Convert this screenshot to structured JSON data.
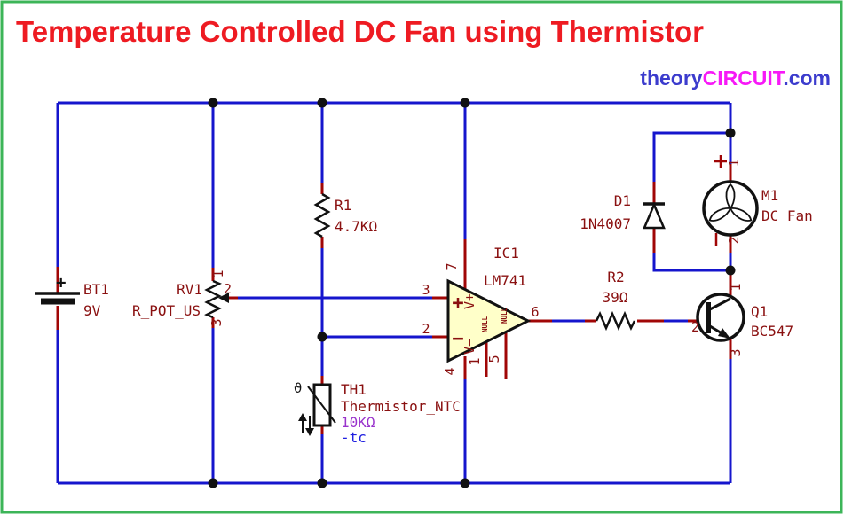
{
  "title": "Temperature Controlled DC Fan using Thermistor",
  "brand": {
    "part1": "theory",
    "part2": "CIRCUIT",
    "part3": ".com"
  },
  "colors": {
    "border": "#3cb558",
    "title": "#ee1b22",
    "brand_blue": "#3c3ccd",
    "brand_magenta": "#f718f7",
    "wire": "#1515cd",
    "pin": "#a00606",
    "label": "#8a1010",
    "body": "#111111",
    "opamp_fill": "#ffffc9",
    "purple": "#9933cc",
    "tc_blue": "#2020e0"
  },
  "components": {
    "battery": {
      "ref": "BT1",
      "value": "9V",
      "polarity": "+"
    },
    "potentiometer": {
      "ref": "RV1",
      "value": "R_POT_US",
      "pin1": "1",
      "pin2": "2",
      "pin3": "3"
    },
    "resistor_r1": {
      "ref": "R1",
      "value": "4.7KΩ"
    },
    "thermistor": {
      "ref": "TH1",
      "value": "Thermistor_NTC",
      "resistance": "10KΩ",
      "coefficient": "-tc",
      "theta": "ϑ"
    },
    "opamp": {
      "ref": "IC1",
      "value": "LM741",
      "pin_in_plus": "3",
      "pin_in_minus": "2",
      "pin_out": "6",
      "pin_vplus": "7",
      "pin_vminus": "4",
      "pin_null1": "1",
      "pin_null2": "5",
      "in_plus": "+",
      "in_minus": "−",
      "vplus": "V+",
      "vminus": "V−",
      "null1": "NULL",
      "null2": "NULL"
    },
    "resistor_r2": {
      "ref": "R2",
      "value": "39Ω"
    },
    "diode": {
      "ref": "D1",
      "value": "1N4007"
    },
    "motor": {
      "ref": "M1",
      "value": "DC Fan",
      "pin1": "1",
      "pin2": "2",
      "polarity_plus": "+",
      "polarity_minus": "-"
    },
    "transistor": {
      "ref": "Q1",
      "value": "BC547",
      "pin1": "1",
      "pin2": "2",
      "pin3": "3"
    }
  }
}
